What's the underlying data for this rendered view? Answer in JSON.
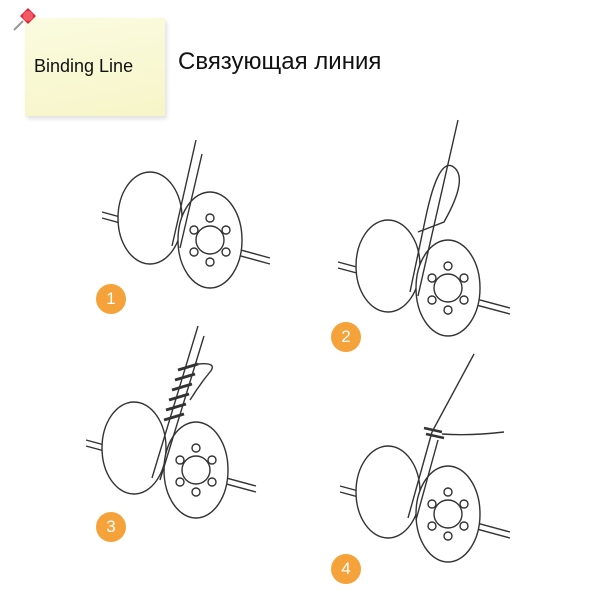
{
  "note": {
    "label": "Binding Line"
  },
  "title": "Связующая линия",
  "steps": [
    "1",
    "2",
    "3",
    "4"
  ],
  "colors": {
    "accent": "#f6a23a",
    "note": "#f7f6c9",
    "pin": "#e0283c"
  },
  "icons": {
    "pin": "pushpin-icon"
  }
}
